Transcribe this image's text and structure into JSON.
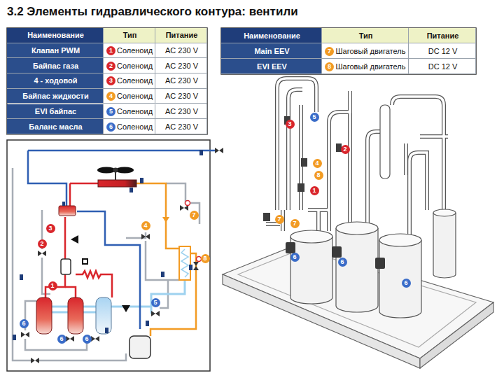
{
  "diagram": {
    "title": "3.2 Элементы гидравлического контура: вентили",
    "labels": [
      "Наименование",
      "Тип",
      "Питание",
      "Клапан PWM",
      "1",
      "Соленоид",
      "AC 230 V",
      "Байпас газа",
      "2",
      "Соленоид",
      "AC 230 V",
      "4 - ходовой",
      "3",
      "Соленоид",
      "AC 230 V",
      "Байпас жидкости",
      "4",
      "Соленоид",
      "AC 230 V",
      "EVI байпас",
      "5",
      "Соленоид",
      "AC 230 V",
      "Баланс масла",
      "6",
      "Соленоид",
      "AC 230 V",
      "Наименование",
      "Тип",
      "Питание",
      "Main EEV",
      "7",
      "Шаговый двигатель",
      "DC 12 V",
      "EVI EEV",
      "8",
      "Шаговый двигатель",
      "DC 12 V",
      "3",
      "2",
      "4",
      "7",
      "8",
      "1",
      "5",
      "6",
      "6",
      "6",
      "5",
      "3",
      "2",
      "4",
      "8",
      "1",
      "7",
      "7",
      "6",
      "6",
      "6"
    ]
  }
}
